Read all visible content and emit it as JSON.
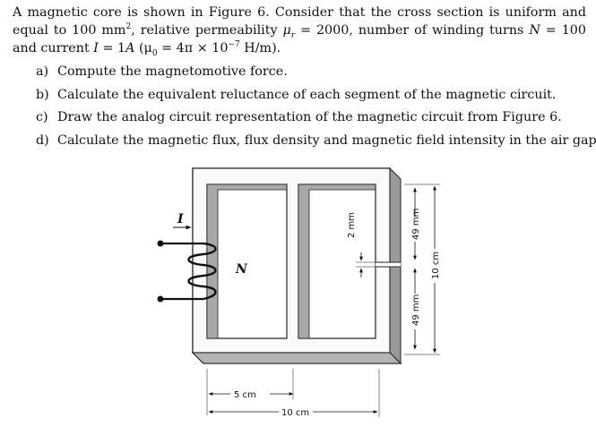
{
  "intro": {
    "p1": "A magnetic core is shown in Figure 6. Consider that the cross section is uniform and equal to 100 mm",
    "p1_sup": "2",
    "p2": ", relative permeability ",
    "mu": "μ",
    "mu_sub": "r",
    "p3": " = 2000, number of winding turns ",
    "N": "N",
    "p4": " = 100 and current ",
    "I": "I",
    "p5": " = 1",
    "A": "A",
    "p6": " (μ",
    "mu0_sub": "0",
    "p7": " = 4π × 10",
    "exp": "−7",
    "p8": " H/m)."
  },
  "questions": [
    {
      "letter": "a)",
      "text": "Compute the magnetomotive force."
    },
    {
      "letter": "b)",
      "text": "Calculate the equivalent reluctance of each segment of the magnetic circuit."
    },
    {
      "letter": "c)",
      "text": "Draw the analog circuit representation of the magnetic circuit from Figure 6."
    },
    {
      "letter": "d)",
      "text": "Calculate the magnetic flux, flux density and magnetic field intensity in the air gap."
    }
  ],
  "figure": {
    "current_label": "I",
    "turns_label": "N",
    "gap_label": "2 mm",
    "upper_leg_label": "49 mm",
    "lower_leg_label": "49 mm",
    "height_label": "10 cm",
    "half_width_label": "5 cm",
    "width_label": "10 cm"
  }
}
